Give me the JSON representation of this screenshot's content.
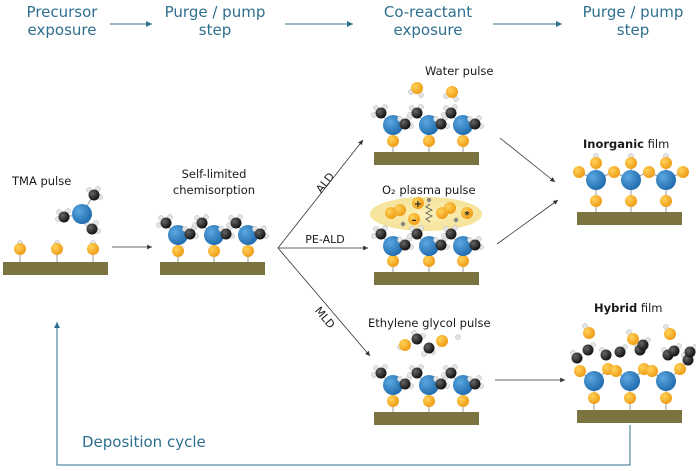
{
  "steps": [
    {
      "line1": "Precursor",
      "line2": "exposure"
    },
    {
      "line1": "Purge / pump",
      "line2": "step"
    },
    {
      "line1": "Co-reactant",
      "line2": "exposure"
    },
    {
      "line1": "Purge / pump",
      "line2": "step"
    }
  ],
  "labels": {
    "tma_pulse": "TMA pulse",
    "chemisorption_line1": "Self-limited",
    "chemisorption_line2": "chemisorption",
    "water_pulse": "Water pulse",
    "plasma_pulse": "O₂ plasma pulse",
    "eg_pulse": "Ethylene glycol pulse",
    "inorganic_bold": "Inorganic",
    "inorganic_rest": " film",
    "hybrid_bold": "Hybrid",
    "hybrid_rest": " film",
    "deposition_cycle": "Deposition cycle"
  },
  "routes": {
    "ald": "ALD",
    "peald": "PE-ALD",
    "mld": "MLD"
  },
  "plasma_symbols": {
    "plus": "+",
    "minus": "–",
    "radical": "*"
  },
  "colors": {
    "step_text": "#2e6f8e",
    "substrate": "#7b7340",
    "oxygen": "#f2a619",
    "aluminum": "#2d7fc1",
    "carbon": "#1b1b1b",
    "hydrogen": "#e6e6e6",
    "plasma_glow": "#f7e7a1"
  }
}
